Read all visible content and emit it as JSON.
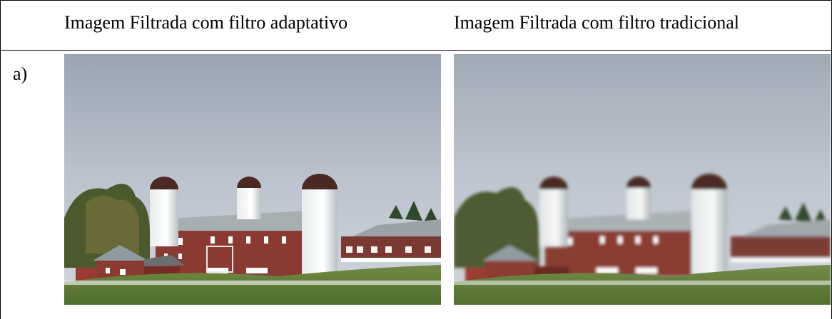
{
  "table": {
    "header_adaptive": "Imagem Filtrada com filtro adaptativo",
    "header_traditional": "Imagem Filtrada com filtro tradicional",
    "row_label": "a)"
  },
  "images": [
    {
      "subject": "farm with red barn and white silos",
      "filter": "adaptativo"
    },
    {
      "subject": "farm with red barn and white silos",
      "filter": "tradicional"
    }
  ]
}
